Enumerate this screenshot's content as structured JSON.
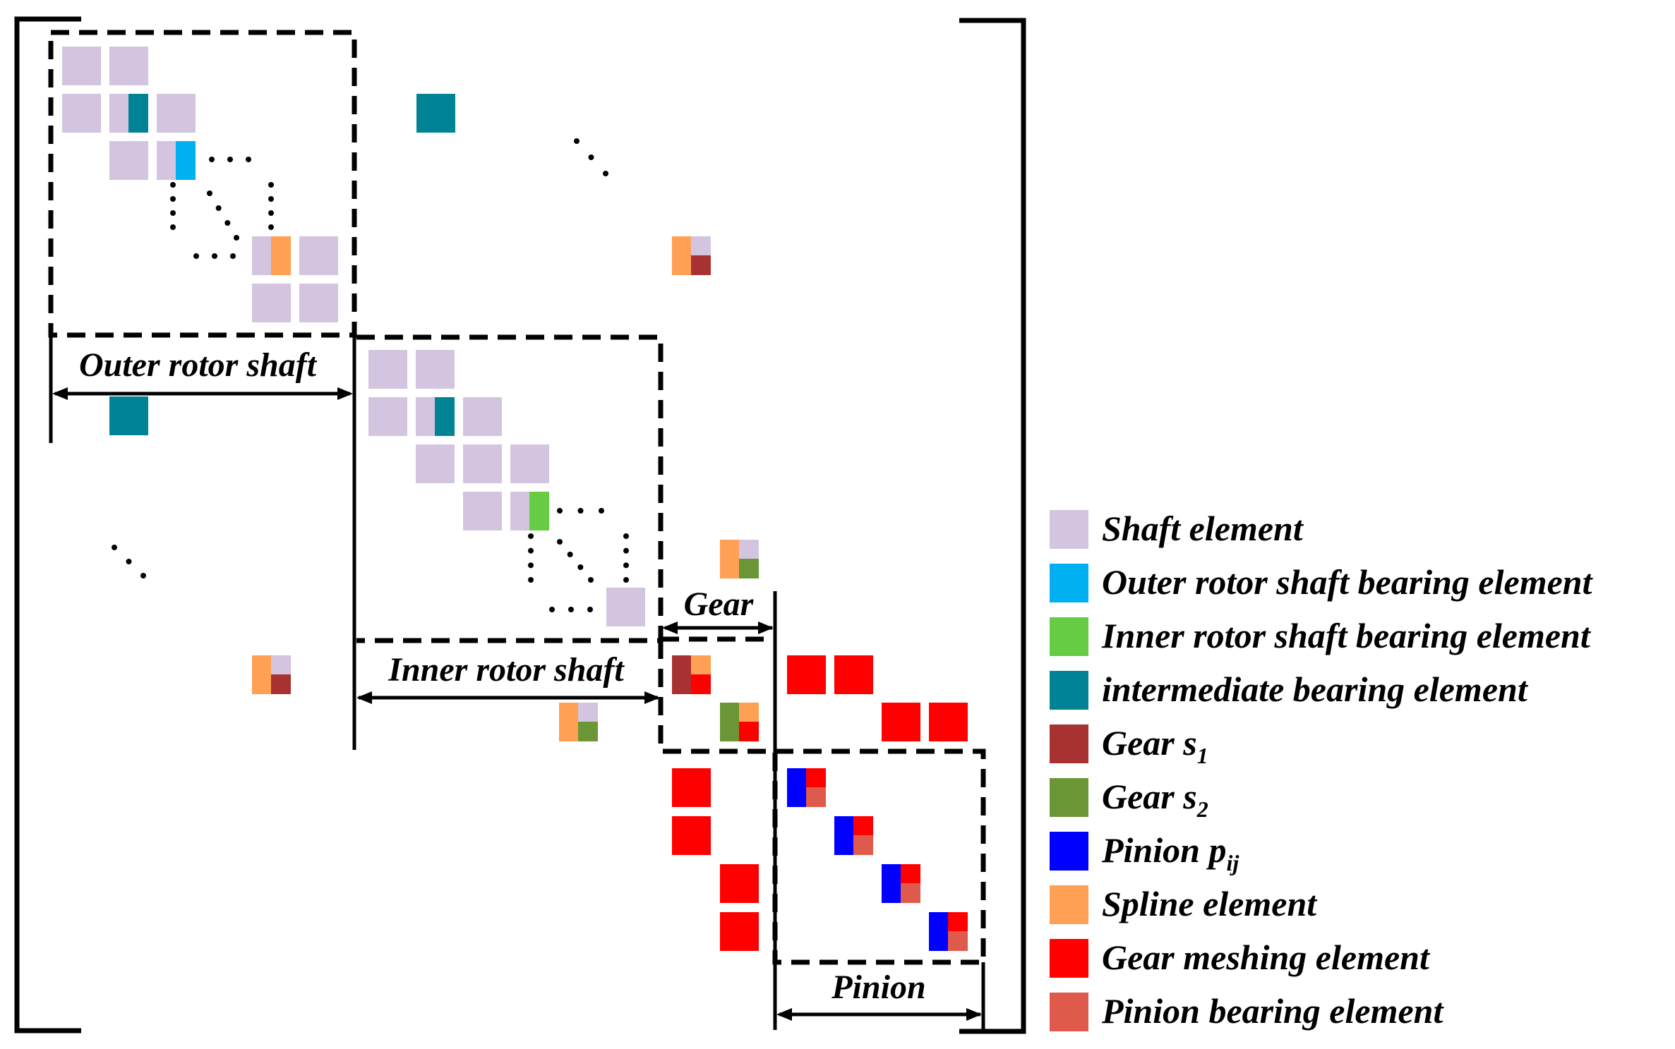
{
  "labels": {
    "outer": "Outer rotor shaft",
    "inner": "Inner rotor shaft",
    "gear": "Gear",
    "pinion": "Pinion"
  },
  "colors": {
    "shaft": "#d3c5df",
    "outer_bearing": "#00b0f0",
    "inner_bearing": "#66cc44",
    "intermediate": "#008394",
    "gear_s1": "#a83232",
    "gear_s2": "#6a9636",
    "pinion": "#0000ff",
    "spline": "#ffa054",
    "meshing": "#ff0000",
    "pinion_bearing": "#e05a4c"
  },
  "legend": [
    {
      "color_key": "shaft",
      "text": "Shaft element",
      "sub": ""
    },
    {
      "color_key": "outer_bearing",
      "text": "Outer rotor shaft bearing element",
      "sub": ""
    },
    {
      "color_key": "inner_bearing",
      "text": "Inner rotor shaft bearing element",
      "sub": ""
    },
    {
      "color_key": "intermediate",
      "text": "intermediate bearing element",
      "sub": ""
    },
    {
      "color_key": "gear_s1",
      "text": "Gear s",
      "sub": "1"
    },
    {
      "color_key": "gear_s2",
      "text": "Gear s",
      "sub": "2"
    },
    {
      "color_key": "pinion",
      "text": "Pinion p",
      "sub": "ij"
    },
    {
      "color_key": "spline",
      "text": "Spline element",
      "sub": ""
    },
    {
      "color_key": "meshing",
      "text": "Gear meshing element",
      "sub": ""
    },
    {
      "color_key": "pinion_bearing",
      "text": "Pinion bearing element",
      "sub": ""
    }
  ]
}
